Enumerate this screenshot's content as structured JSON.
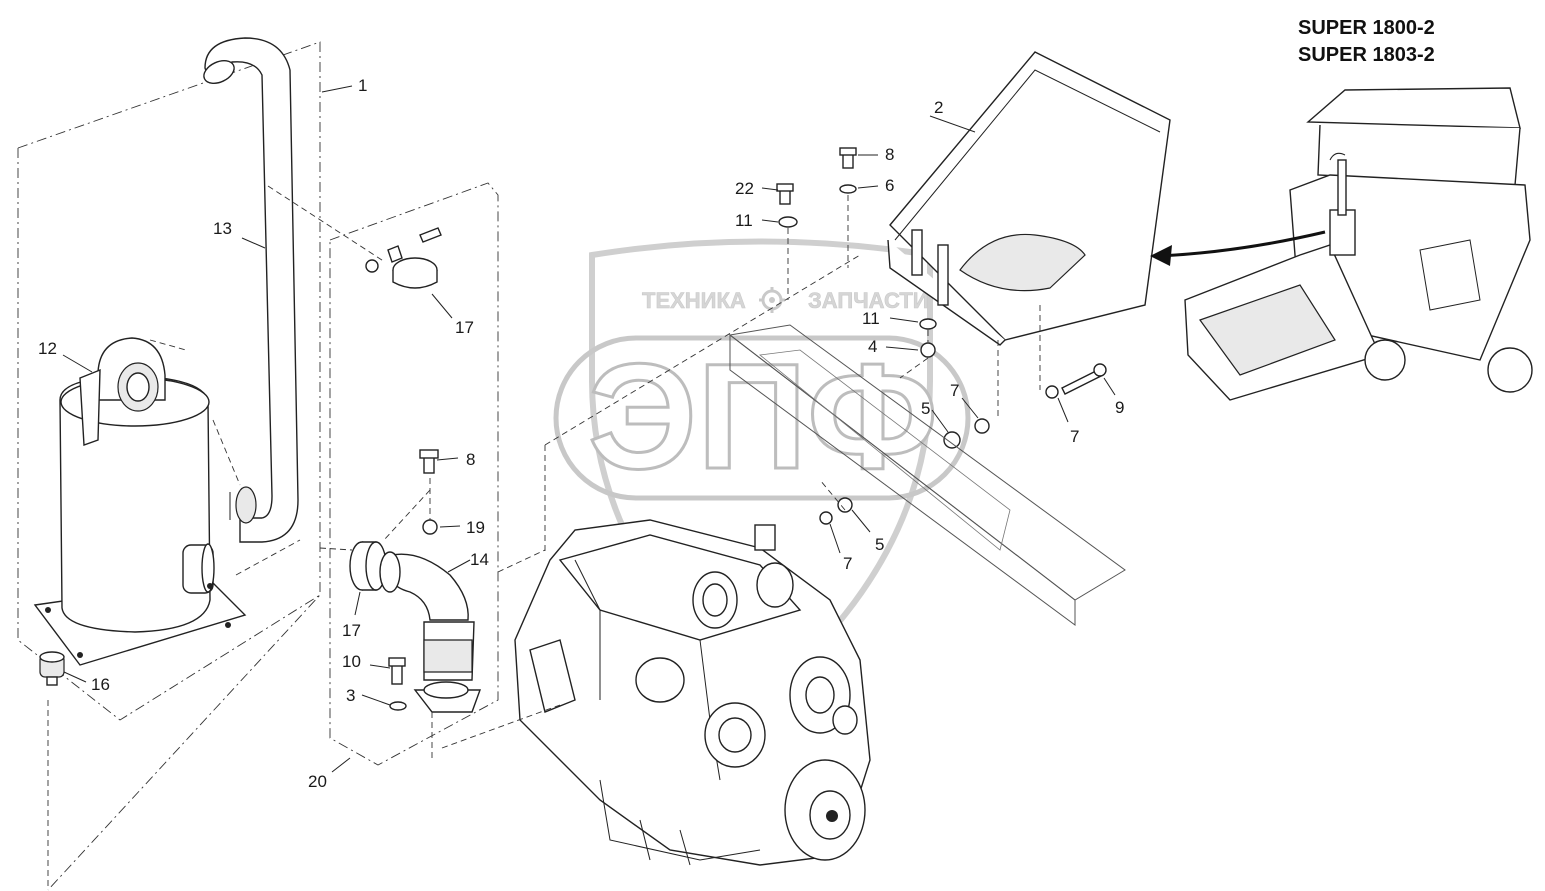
{
  "models": [
    "SUPER 1800-2",
    "SUPER 1803-2"
  ],
  "watermark": {
    "brand_left": "ТЕХНИКА",
    "brand_right": "ЗАПЧАСТИ",
    "logo": "ЭПФ"
  },
  "callouts": {
    "c1": "1",
    "c2": "2",
    "c3": "3",
    "c4": "4",
    "c5a": "5",
    "c5b": "5",
    "c6": "6",
    "c7a": "7",
    "c7b": "7",
    "c7c": "7",
    "c8a": "8",
    "c8b": "8",
    "c9": "9",
    "c10": "10",
    "c11a": "11",
    "c11b": "11",
    "c12": "12",
    "c13": "13",
    "c14": "14",
    "c16": "16",
    "c17a": "17",
    "c17b": "17",
    "c19": "19",
    "c20": "20",
    "c22": "22"
  },
  "icons": {
    "arrow": "arrow-left-icon",
    "gear": "gear-icon"
  }
}
